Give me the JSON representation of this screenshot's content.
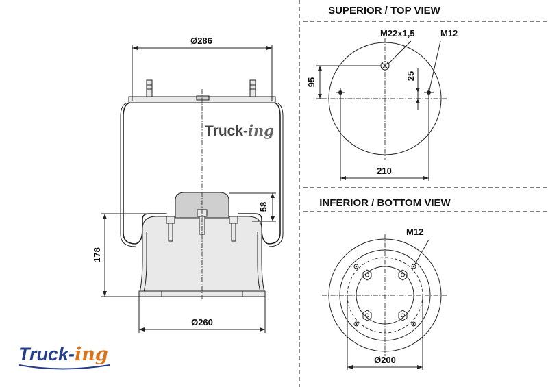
{
  "views": {
    "top_title": "SUPERIOR / TOP VIEW",
    "bottom_title": "INFERIOR / BOTTOM VIEW"
  },
  "side_view": {
    "diameter_top": "Ø286",
    "diameter_bottom": "Ø260",
    "height": "178",
    "piston_height": "58",
    "watermark_a": "Truck-",
    "watermark_b": "ing"
  },
  "top_view": {
    "thread": "M22x1,5",
    "stud": "M12",
    "offset_vertical": "95",
    "offset_small": "25",
    "stud_spacing": "210"
  },
  "bottom_view": {
    "stud": "M12",
    "diameter": "Ø200"
  },
  "logo": {
    "text_a": "Truck-",
    "text_b": "ing",
    "color_a": "#233d8a",
    "color_b": "#d9731b"
  }
}
